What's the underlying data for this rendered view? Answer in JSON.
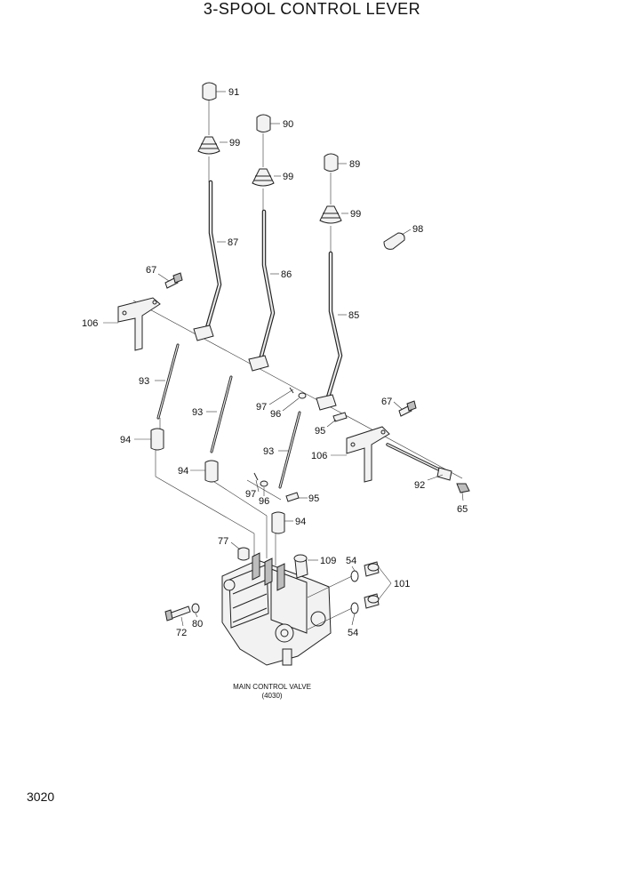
{
  "title": "3-SPOOL CONTROL LEVER",
  "page_number": "3020",
  "valve_caption": {
    "line1": "MAIN CONTROL VALVE",
    "line2": "(4030)"
  },
  "labels": {
    "p91": "91",
    "p90": "90",
    "p89": "89",
    "p99a": "99",
    "p99b": "99",
    "p99c": "99",
    "p98": "98",
    "p87": "87",
    "p86": "86",
    "p85": "85",
    "p67a": "67",
    "p67b": "67",
    "p106a": "106",
    "p106b": "106",
    "p93a": "93",
    "p93b": "93",
    "p93c": "93",
    "p97a": "97",
    "p97b": "97",
    "p96a": "96",
    "p96b": "96",
    "p95a": "95",
    "p95b": "95",
    "p94a": "94",
    "p94b": "94",
    "p94c": "94",
    "p92": "92",
    "p65": "65",
    "p77": "77",
    "p109": "109",
    "p54a": "54",
    "p54b": "54",
    "p101": "101",
    "p72": "72",
    "p80": "80"
  }
}
